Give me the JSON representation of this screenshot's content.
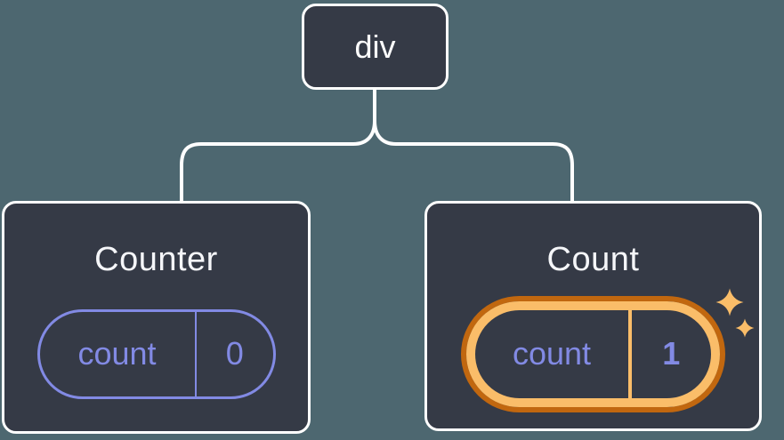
{
  "figure": {
    "type": "react-component-tree-diagram",
    "root_node": {
      "label": "div"
    },
    "nodes": [
      {
        "title": "Counter",
        "state": {
          "key": "count",
          "value": "0"
        },
        "highlighted": false
      },
      {
        "title": "Count",
        "state": {
          "key": "count",
          "value": "1"
        },
        "highlighted": true
      }
    ]
  },
  "icons": {
    "sparkle_large": "✦",
    "sparkle_small": "✦"
  },
  "colors": {
    "background": "#4d6770",
    "card_background": "#353a46",
    "card_border": "#ffffff",
    "connector_line": "#ffffff",
    "node_label_text": "#ffffff",
    "title_text": "#f5f6f9",
    "state_accent": "#828ae4",
    "highlight_ring_outer": "#c1670f",
    "highlight_ring_inner": "#fabd69",
    "sparkle": "#fabd69"
  }
}
